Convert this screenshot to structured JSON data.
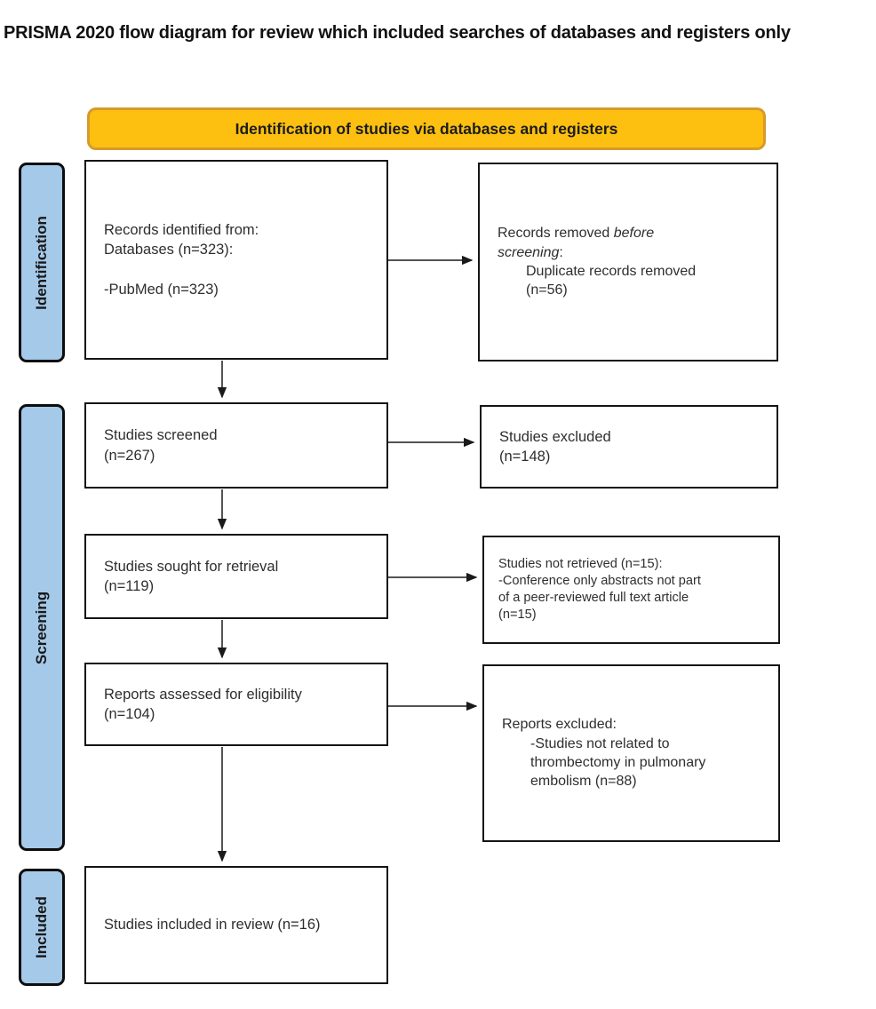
{
  "title": "PRISMA 2020 flow diagram for review which included searches of databases and registers only",
  "banner": {
    "label": "Identification of studies via databases and registers"
  },
  "stages": {
    "identification": "Identification",
    "screening": "Screening",
    "included": "Included"
  },
  "colors": {
    "banner_fill": "#FDC010",
    "banner_border": "#D79A2B",
    "stage_fill": "#A5C9E9",
    "box_border": "#141414",
    "arrow": "#1a1a1a"
  },
  "boxes": {
    "records_identified": {
      "lines": [
        "Records identified from:",
        "Databases (n=323):",
        "-PubMed (n=323)"
      ]
    },
    "records_removed": {
      "l1_normal": "Records removed ",
      "l1_italic": "before",
      "l2_italic": "screening",
      "l2_normal": ":",
      "detail": [
        "Duplicate records removed",
        "(n=56)"
      ]
    },
    "studies_screened": {
      "lines": [
        "Studies screened",
        "(n=267)"
      ]
    },
    "studies_excluded": {
      "lines": [
        "Studies excluded",
        "(n=148)"
      ]
    },
    "studies_sought": {
      "lines": [
        "Studies sought for retrieval",
        "(n=119)"
      ]
    },
    "studies_not_retrieved": {
      "lines": [
        "Studies not retrieved (n=15):",
        "-Conference only abstracts not part",
        "of a peer-reviewed full text article",
        "(n=15)"
      ]
    },
    "reports_assessed": {
      "lines": [
        "Reports assessed for eligibility",
        "(n=104)"
      ]
    },
    "reports_excluded": {
      "title": "Reports excluded:",
      "detail": [
        "-Studies not related to",
        "thrombectomy in pulmonary",
        "embolism (n=88)"
      ]
    },
    "studies_included": {
      "lines": [
        "Studies included in review (n=16)"
      ]
    }
  }
}
